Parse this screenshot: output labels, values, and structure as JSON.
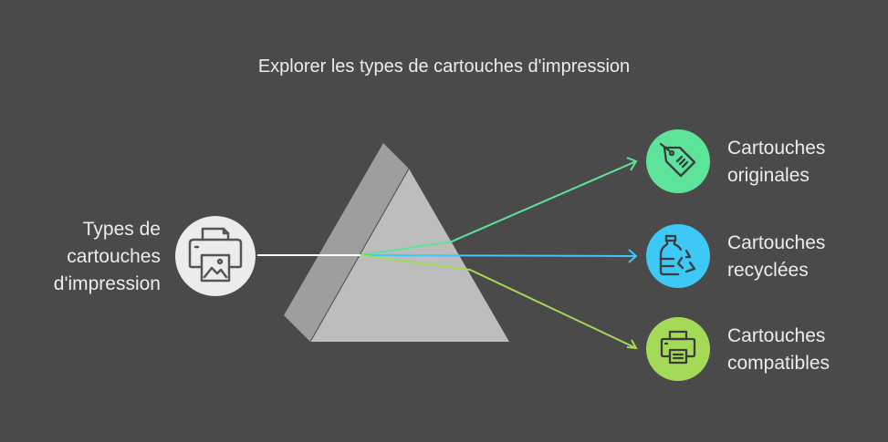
{
  "title": "Explorer les types de cartouches d'impression",
  "source": {
    "label_lines": [
      "Types de",
      "cartouches",
      "d'impression"
    ],
    "icon": "printer-image-icon"
  },
  "outputs": [
    {
      "label_lines": [
        "Cartouches",
        "originales"
      ],
      "icon": "price-tag-icon",
      "color": "#5ee39b"
    },
    {
      "label_lines": [
        "Cartouches",
        "recyclées"
      ],
      "icon": "recycled-bottle-icon",
      "color": "#3ec8f5"
    },
    {
      "label_lines": [
        "Cartouches",
        "compatibles"
      ],
      "icon": "printer-icon",
      "color": "#a5da58"
    }
  ],
  "colors": {
    "background": "#4a4a4a",
    "prism": "#bdbdbd",
    "prism_edge": "#9e9e9e",
    "beam": "#ffffff",
    "text": "#ececec"
  }
}
